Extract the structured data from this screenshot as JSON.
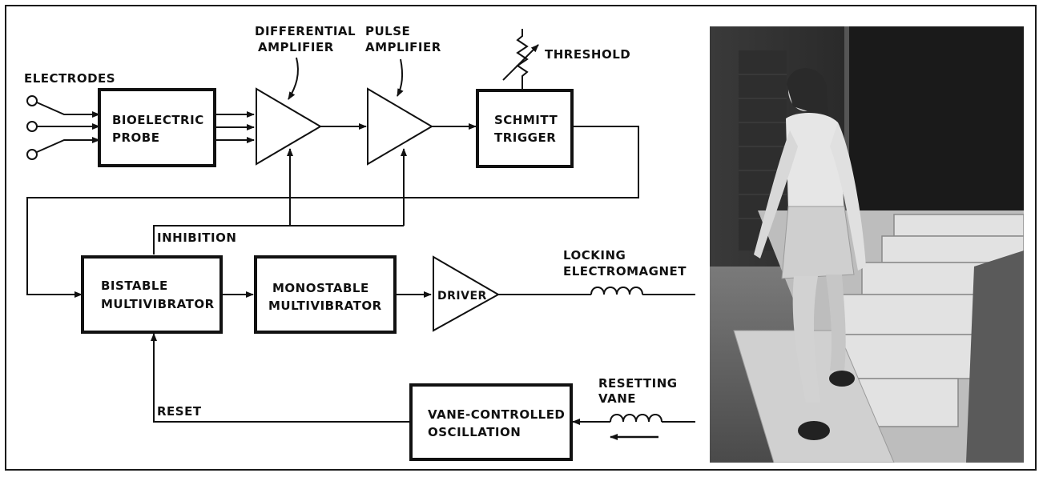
{
  "labels": {
    "electrodes": "ELECTRODES",
    "differential_amplifier_l1": "DIFFERENTIAL",
    "differential_amplifier_l2": "AMPLIFIER",
    "pulse_amplifier_l1": "PULSE",
    "pulse_amplifier_l2": "AMPLIFIER",
    "threshold": "THRESHOLD",
    "inhibition": "INHIBITION",
    "locking_electromagnet_l1": "LOCKING",
    "locking_electromagnet_l2": "ELECTROMAGNET",
    "resetting_vane_l1": "RESETTING",
    "resetting_vane_l2": "VANE",
    "reset": "RESET"
  },
  "blocks": {
    "bioelectric_probe_l1": "BIOELECTRIC",
    "bioelectric_probe_l2": "PROBE",
    "schmitt_trigger_l1": "SCHMITT",
    "schmitt_trigger_l2": "TRIGGER",
    "bistable_l1": "BISTABLE",
    "bistable_l2": "MULTIVIBRATOR",
    "monostable_l1": "MONOSTABLE",
    "monostable_l2": "MULTIVIBRATOR",
    "driver": "DRIVER",
    "vane_l1": "VANE-CONTROLLED",
    "vane_l2": "OSCILLATION"
  },
  "photo": {
    "subject": "woman-descending-stairs"
  },
  "colors": {
    "ink": "#111111",
    "photo_dark": "#1c1c1c",
    "photo_light": "#d8d8d8"
  }
}
